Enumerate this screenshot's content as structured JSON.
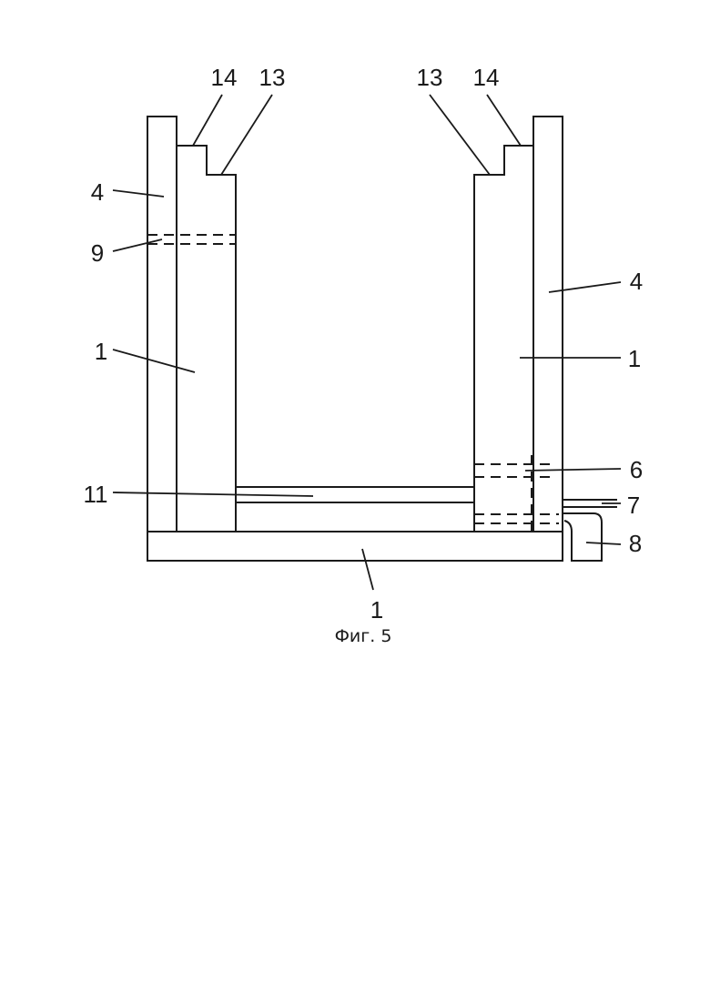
{
  "figure": {
    "caption": "Фиг. 5",
    "labels": {
      "top_left_14": "14",
      "top_left_13": "13",
      "top_right_13": "13",
      "top_right_14": "14",
      "left_4": "4",
      "left_9": "9",
      "left_1": "1",
      "left_11": "11",
      "right_4": "4",
      "right_1": "1",
      "right_6": "6",
      "right_7": "7",
      "right_8": "8",
      "bottom_1": "1"
    }
  }
}
